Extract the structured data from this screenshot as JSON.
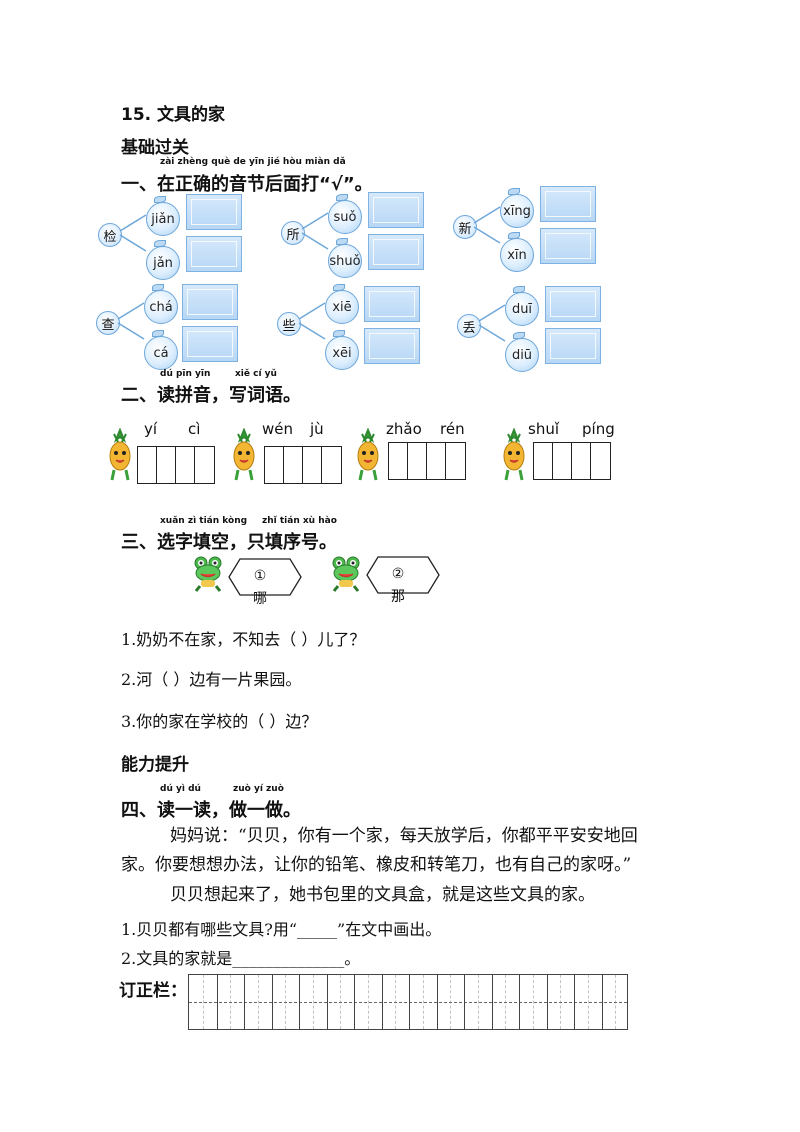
{
  "lesson": {
    "title": "15. 文具的家"
  },
  "section1": {
    "label": "基础过关"
  },
  "q1": {
    "pinyin_hint": "zài zhèng què de yīn jié hòu miàn dǎ",
    "title": "一、在正确的音节后面打“√”。",
    "groups": [
      {
        "char": "检",
        "options": [
          "jiǎn",
          "jǎn"
        ]
      },
      {
        "char": "所",
        "options": [
          "suǒ",
          "shuǒ"
        ]
      },
      {
        "char": "新",
        "options": [
          "xīng",
          "xīn"
        ]
      },
      {
        "char": "查",
        "options": [
          "chá",
          "cá"
        ]
      },
      {
        "char": "些",
        "options": [
          "xiē",
          "xēi"
        ]
      },
      {
        "char": "丢",
        "options": [
          "duī",
          "diū"
        ]
      }
    ]
  },
  "q2": {
    "pinyin_hint_1": "dú pīn yīn",
    "pinyin_hint_2": "xiě cí yǔ",
    "title": "二、读拼音，写词语。",
    "items": [
      {
        "a": "yí",
        "b": "cì"
      },
      {
        "a": "wén",
        "b": "jù"
      },
      {
        "a": "zhǎo",
        "b": "rén"
      },
      {
        "a": "shuǐ",
        "b": "píng"
      }
    ]
  },
  "q3": {
    "pinyin_hint_1": "xuǎn zì tián kòng",
    "pinyin_hint_2": "zhǐ tián xù hào",
    "title": "三、选字填空，只填序号。",
    "choices": [
      {
        "num": "①",
        "char": "哪"
      },
      {
        "num": "②",
        "char": "那"
      }
    ],
    "sentences": [
      "1.奶奶不在家，不知去（      ）儿了？",
      "2.河（      ）边有一片果园。",
      "3.你的家在学校的（      ）边？"
    ]
  },
  "section2": {
    "label": "能力提升"
  },
  "q4": {
    "pinyin_hint_1": "dú yì dú",
    "pinyin_hint_2": "zuò yí zuò",
    "title": "四、读一读，做一做。",
    "para1_line1": "妈妈说：“贝贝，你有一个家，每天放学后，你都平平安安地回",
    "para1_line2": "家。你要想想办法，让你的铅笔、橡皮和转笔刀，也有自己的家呀。”",
    "para2": "贝贝想起来了，她书包里的文具盒，就是这些文具的家。",
    "task1": "1.贝贝都有哪些文具?用“_____”在文中画出。",
    "task2": "2.文具的家就是______________。"
  },
  "correction": {
    "label": "订正栏："
  }
}
